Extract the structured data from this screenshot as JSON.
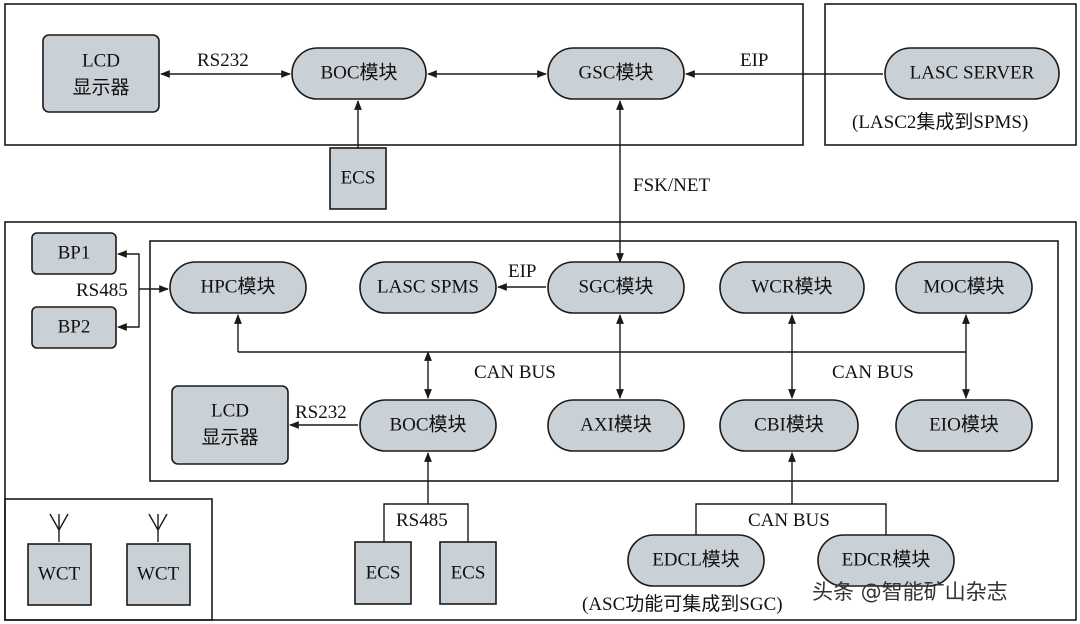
{
  "upper": {
    "lcd": {
      "line1": "LCD",
      "line2": "显示器"
    },
    "boc": "BOC模块",
    "gsc": "GSC模块",
    "ecs": "ECS",
    "rs232": "RS232",
    "eip": "EIP",
    "lasc_server": "LASC SERVER",
    "lasc_note": "(LASC2集成到SPMS)"
  },
  "link": {
    "fsk_net": "FSK/NET"
  },
  "lower": {
    "bp1": "BP1",
    "bp2": "BP2",
    "rs485_bp": "RS485",
    "hpc": "HPC模块",
    "lasc_spms": "LASC SPMS",
    "eip": "EIP",
    "sgc": "SGC模块",
    "wcr": "WCR模块",
    "moc": "MOC模块",
    "can_bus_1": "CAN BUS",
    "can_bus_2": "CAN BUS",
    "lcd": {
      "line1": "LCD",
      "line2": "显示器"
    },
    "rs232": "RS232",
    "boc": "BOC模块",
    "axi": "AXI模块",
    "cbi": "CBI模块",
    "eio": "EIO模块",
    "rs485_ecs": "RS485",
    "ecs1": "ECS",
    "ecs2": "ECS",
    "can_bus_3": "CAN BUS",
    "edcl": "EDCL模块",
    "edcr": "EDCR模块",
    "asc_note": "(ASC功能可集成到SGC)",
    "wct1": "WCT",
    "wct2": "WCT"
  },
  "watermark": "头条 @智能矿山杂志"
}
